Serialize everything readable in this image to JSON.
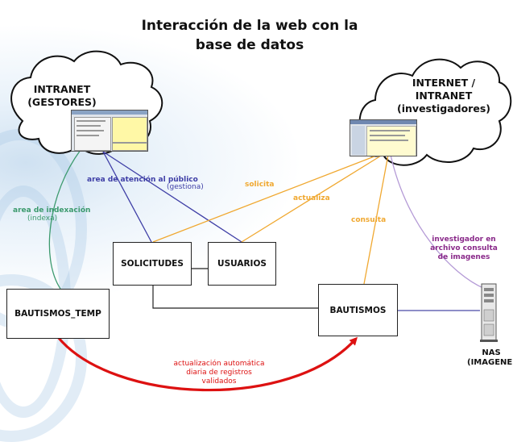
{
  "title": {
    "line1": "Interacción  de la web con la",
    "line2": "base de datos"
  },
  "clouds": {
    "intranet": {
      "line1": "INTRANET",
      "line2": "(GESTORES)"
    },
    "internet": {
      "line1": "INTERNET /",
      "line2": "INTRANET",
      "line3": "(investigadores)"
    }
  },
  "boxes": {
    "solicitudes": "SOLICITUDES",
    "usuarios": "USUARIOS",
    "bautismos_temp": "BAUTISMOS_TEMP",
    "bautismos": "BAUTISMOS"
  },
  "nas": {
    "line1": "NAS",
    "line2": "(IMAGENES)"
  },
  "labels": {
    "atencion": "area de atención al público",
    "gestiona": "(gestiona)",
    "indexacion": "area de indexación",
    "indexa": "(indexa)",
    "solicita": "solicita",
    "actualiza": "actualiza",
    "consulta": "consulta",
    "investigador": [
      "investigador en",
      "archivo consulta",
      "de imagenes"
    ],
    "automatica": [
      "actualización automática",
      "diaria de registros",
      "validados"
    ]
  },
  "colors": {
    "blue": "#3e3ea6",
    "green": "#3c9a6e",
    "orange": "#f0a830",
    "purple": "#8a2a8a",
    "red": "#dd1111"
  }
}
